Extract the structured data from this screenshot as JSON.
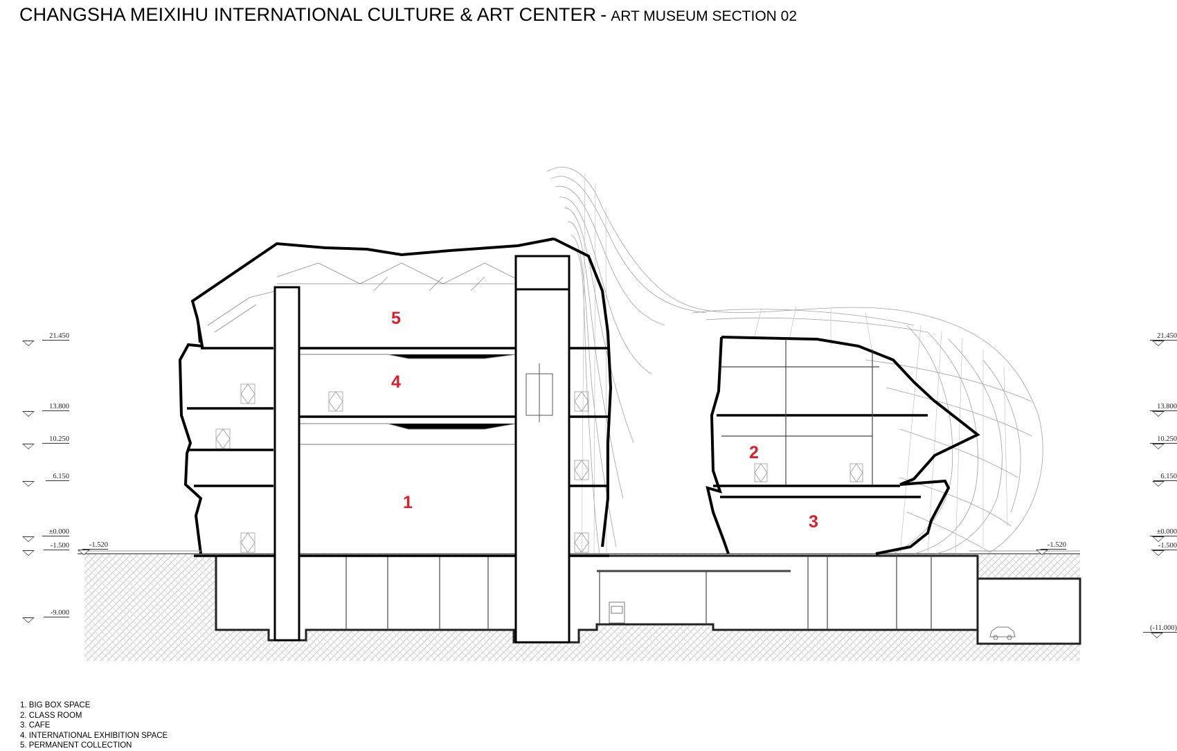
{
  "title": {
    "main": "CHANGSHA MEIXIHU INTERNATIONAL CULTURE & ART CENTER",
    "separator": "-",
    "subtitle": "ART MUSEUM SECTION 02"
  },
  "colors": {
    "room_label": "#e11d2a",
    "line": "#000000",
    "mesh": "#9a9a9a",
    "ground_hatch": "#c8c8c8"
  },
  "elevations_left": [
    {
      "label": "21.450"
    },
    {
      "label": "13.800"
    },
    {
      "label": "10.250"
    },
    {
      "label": "6.150"
    },
    {
      "label": "±0.000"
    },
    {
      "label": "-1.500"
    },
    {
      "label": "-9.000"
    }
  ],
  "elevations_right": [
    {
      "label": "21.450"
    },
    {
      "label": "13.800"
    },
    {
      "label": "10.250"
    },
    {
      "label": "6.150"
    },
    {
      "label": "±0.000"
    },
    {
      "label": "-1.500"
    },
    {
      "label": "(-11.000)"
    }
  ],
  "ground_markers": [
    {
      "label": "-1.520"
    },
    {
      "label": "-1.520"
    }
  ],
  "rooms": [
    {
      "number": "1"
    },
    {
      "number": "2"
    },
    {
      "number": "3"
    },
    {
      "number": "4"
    },
    {
      "number": "5"
    }
  ],
  "legend": [
    "1. BIG BOX SPACE",
    "2. CLASS ROOM",
    "3. CAFE",
    "4. INTERNATIONAL EXHIBITION SPACE",
    "5. PERMANENT COLLECTION"
  ]
}
